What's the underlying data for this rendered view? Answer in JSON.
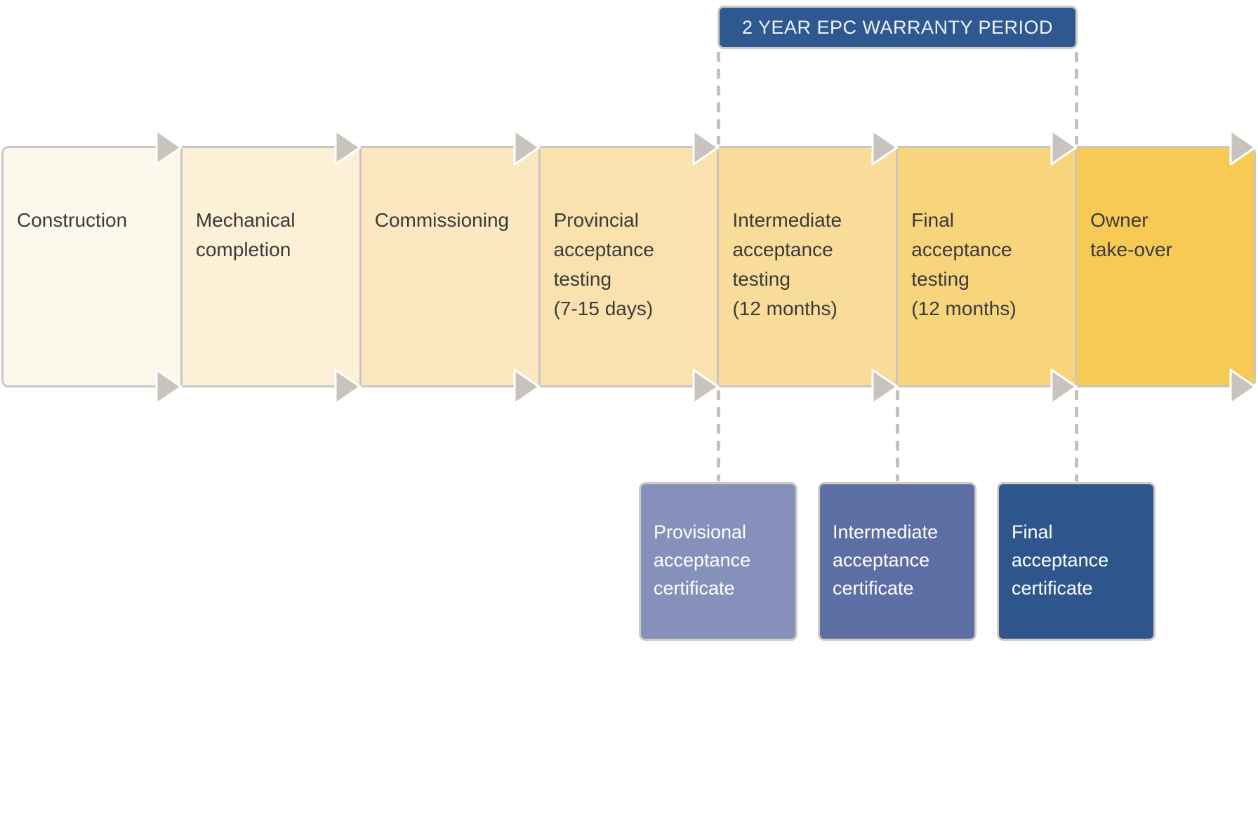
{
  "banner": {
    "label": "2 YEAR EPC WARRANTY PERIOD"
  },
  "timeline": {
    "stages": [
      {
        "label": "Construction"
      },
      {
        "label": "Mechanical\ncompletion"
      },
      {
        "label": "Commissioning"
      },
      {
        "label": "Provincial\nacceptance\ntesting\n(7-15 days)"
      },
      {
        "label": "Intermediate\nacceptance\ntesting\n(12 months)"
      },
      {
        "label": "Final\nacceptance\ntesting\n(12 months)"
      },
      {
        "label": "Owner\ntake-over"
      }
    ]
  },
  "certificates": [
    {
      "label": "Provisional\nacceptance\ncertificate"
    },
    {
      "label": "Intermediate\nacceptance\ncertificate"
    },
    {
      "label": "Final\nacceptance\ncertificate"
    }
  ],
  "colors": {
    "stage_fills": [
      "#FDF8EC",
      "#FCF0D6",
      "#FBE8C0",
      "#FAE2AE",
      "#F9DC99",
      "#F8D47D",
      "#F7CA55"
    ],
    "certificate_fills": [
      "#8691BB",
      "#5D6EA5",
      "#2E568C"
    ],
    "banner_bg": "#305890",
    "banner_text": "#EDF3FA",
    "stage_text": "#3B3B3B",
    "border_gray": "#CBC6C1",
    "arrow_gray": "#C9C3BE",
    "dash_gray": "#C6C0BA"
  }
}
